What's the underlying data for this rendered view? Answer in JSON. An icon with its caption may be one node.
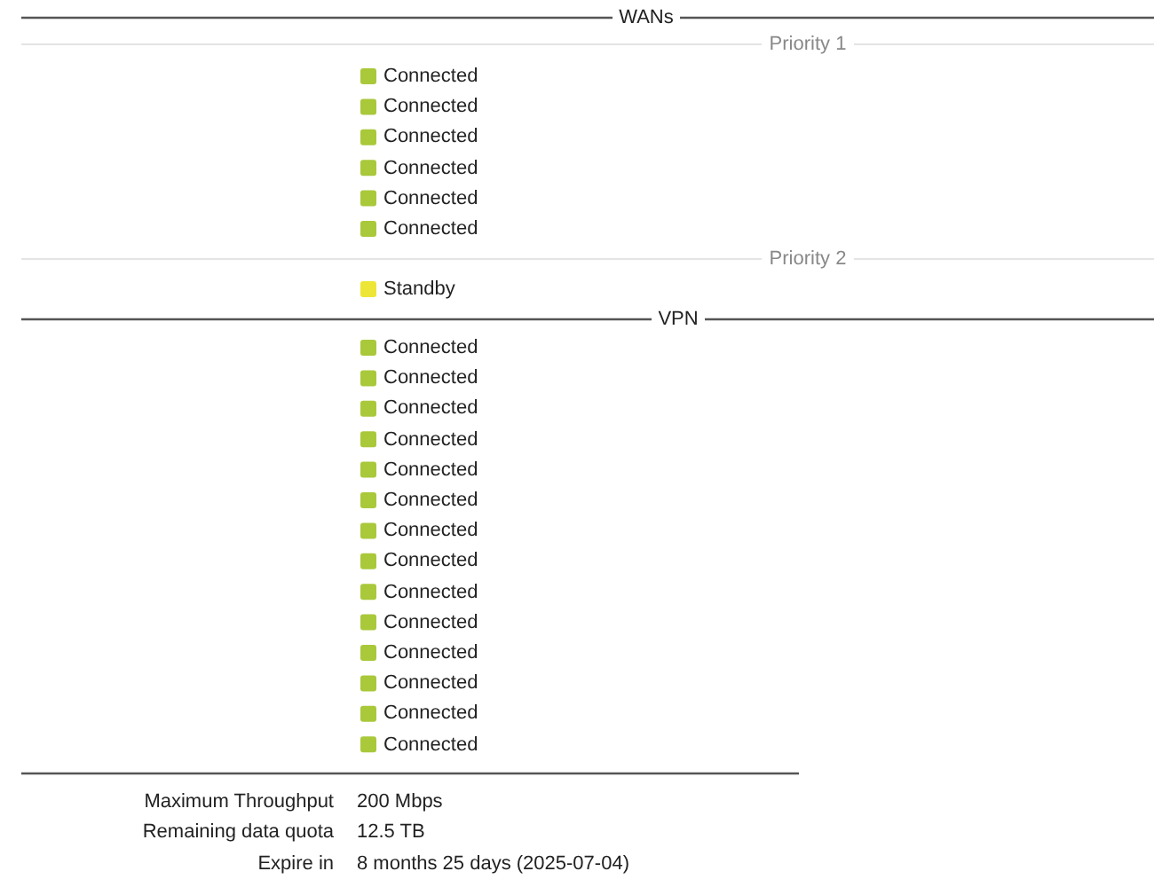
{
  "diagram": {
    "labels": [
      "WANs",
      "Priority 1",
      "Connected",
      "Connected",
      "Connected",
      "Connected",
      "Connected",
      "Connected",
      "Priority 2",
      "Standby",
      "VPN",
      "Connected",
      "Connected",
      "Connected",
      "Connected",
      "Connected",
      "Connected",
      "Connected",
      "Connected",
      "Connected",
      "Connected",
      "Connected",
      "Connected",
      "Connected",
      "Connected",
      "Maximum Throughput",
      "200 Mbps",
      "Remaining data quota",
      "12.5 TB",
      "Expire in",
      "8 months 25 days (2025-07-04)"
    ]
  }
}
